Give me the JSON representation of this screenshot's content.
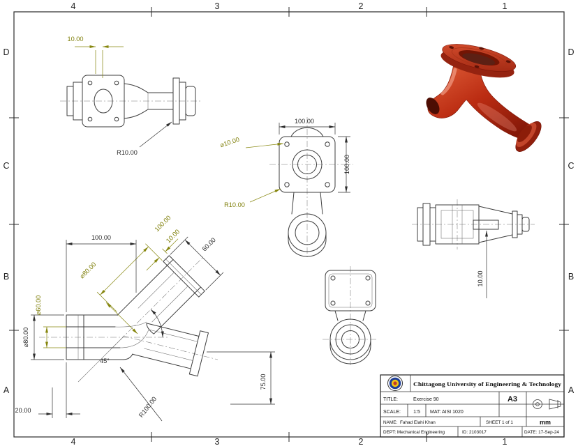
{
  "zones": {
    "top": [
      "4",
      "3",
      "2",
      "1"
    ],
    "bottom": [
      "4",
      "3",
      "2",
      "1"
    ],
    "left": [
      "D",
      "C",
      "B",
      "A"
    ],
    "right": [
      "D",
      "C",
      "B",
      "A"
    ]
  },
  "views": {
    "side_top": {
      "dim_10": "10.00",
      "dim_r10": "R10.00"
    },
    "front": {
      "dim_w100": "100.00",
      "dim_h100": "100.00",
      "dim_d10": "⌀10.00",
      "dim_r10": "R10.00"
    },
    "section": {
      "dim_w100": "100.00",
      "dim_t10": "10.00",
      "dim_l100": "100.00",
      "dim_d80_branch": "⌀80.00",
      "dim_d60": "⌀60.00",
      "dim_d80": "⌀80.00",
      "dim_60": "60.00",
      "dim_45": "45°",
      "dim_r100": "R100.00",
      "dim_75": "75.00",
      "dim_20": "20.00"
    },
    "side_right": {
      "dim_10": "10.00"
    }
  },
  "title_block": {
    "university": "Chittagong University of Engineering & Technology",
    "title_label": "TITLE:",
    "title_value": "Exercise 90",
    "paper_size": "A3",
    "scale_label": "SCALE:",
    "scale_value": "1:5",
    "material": "MAT: AISI 1020",
    "name_label": "NAME:",
    "name_value": "Fahad Elahi Khan",
    "sheet": "SHEET 1 of 1",
    "units": "mm",
    "department": "DEPT: Mechanical Engineering",
    "id": "ID:  2103017",
    "date": "DATE: 17-Sep-24"
  },
  "colors": {
    "dim_olive": "#80800c",
    "line": "#3c3c3c",
    "part_red": "#bb2c12"
  }
}
